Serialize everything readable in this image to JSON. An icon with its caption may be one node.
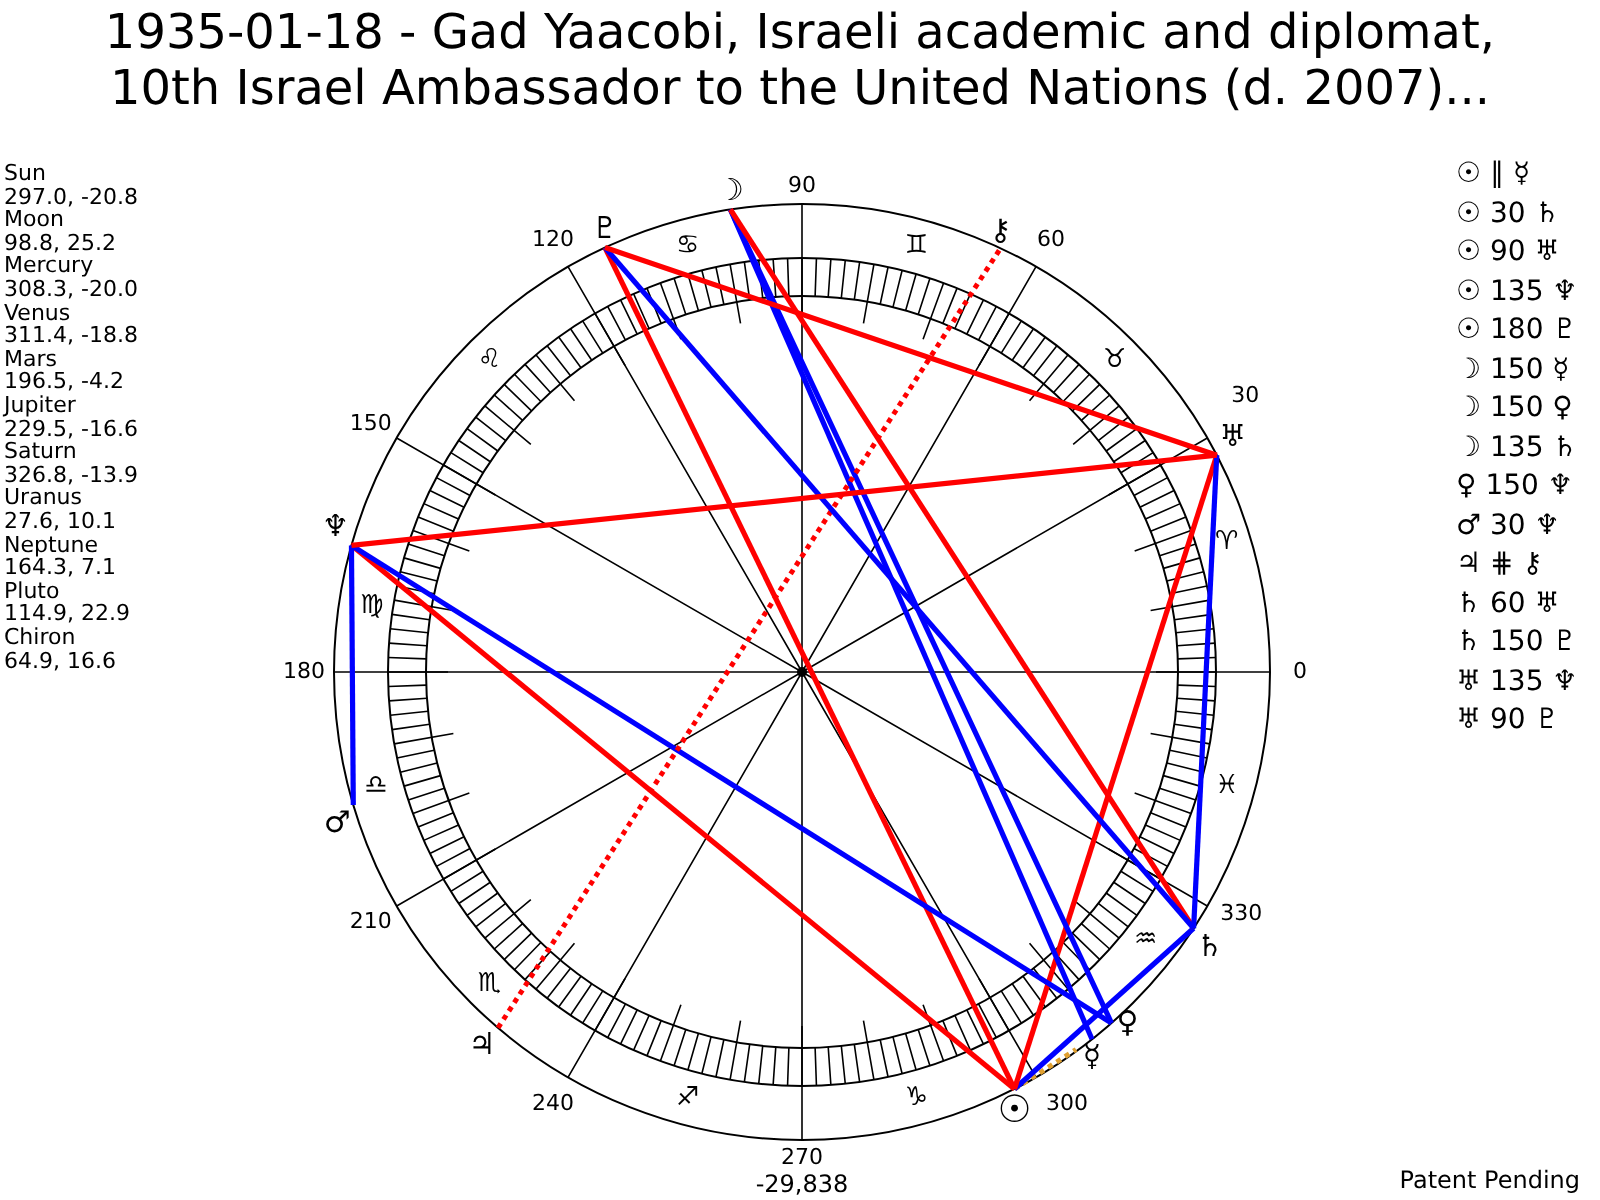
{
  "diagram": {
    "title": "1935-01-18 - Gad Yaacobi, Israeli academic and diplomat, 10th Israel Ambassador to the United Nations (d. 2007)...",
    "nodes": [
      {
        "text": [
          "☉"
        ]
      },
      {
        "text": [
          "☽"
        ]
      },
      {
        "text": [
          "☿"
        ]
      },
      {
        "text": [
          "♀"
        ]
      },
      {
        "text": [
          "♂"
        ]
      },
      {
        "text": [
          "♃"
        ]
      },
      {
        "text": [
          "♄"
        ]
      },
      {
        "text": [
          "♅"
        ]
      },
      {
        "text": [
          "♆"
        ]
      },
      {
        "text": [
          "♇"
        ]
      },
      {
        "text": [
          "⚷"
        ]
      }
    ],
    "edges": [
      {
        "from": 0,
        "to": 2,
        "arrow": "none",
        "style": "dashed",
        "color": "#e0a030"
      },
      {
        "from": 0,
        "to": 6,
        "arrow": "none",
        "color": "#0000ff"
      },
      {
        "from": 0,
        "to": 7,
        "arrow": "none",
        "color": "#ff0000"
      },
      {
        "from": 0,
        "to": 8,
        "arrow": "none",
        "color": "#ff0000"
      },
      {
        "from": 0,
        "to": 9,
        "arrow": "none",
        "color": "#ff0000"
      },
      {
        "from": 1,
        "to": 2,
        "arrow": "none",
        "color": "#0000ff"
      },
      {
        "from": 1,
        "to": 3,
        "arrow": "none",
        "color": "#0000ff"
      },
      {
        "from": 1,
        "to": 6,
        "arrow": "none",
        "color": "#ff0000"
      },
      {
        "from": 3,
        "to": 8,
        "arrow": "none",
        "color": "#0000ff"
      },
      {
        "from": 4,
        "to": 8,
        "arrow": "none",
        "color": "#0000ff"
      },
      {
        "from": 5,
        "to": 10,
        "arrow": "none",
        "style": "dashed",
        "color": "#ff0000"
      },
      {
        "from": 6,
        "to": 7,
        "arrow": "none",
        "color": "#0000ff"
      },
      {
        "from": 6,
        "to": 9,
        "arrow": "none",
        "color": "#0000ff"
      },
      {
        "from": 7,
        "to": 8,
        "arrow": "none",
        "color": "#ff0000"
      },
      {
        "from": 7,
        "to": 9,
        "arrow": "none",
        "color": "#ff0000"
      }
    ],
    "labels": [
      "Sun",
      "297.0, -20.8",
      "Moon",
      "98.8, 25.2",
      "Mercury",
      "308.3, -20.0",
      "Venus",
      "311.4, -18.8",
      "Mars",
      "196.5, -4.2",
      "Jupiter",
      "229.5, -16.6",
      "Saturn",
      "326.8, -13.9",
      "Uranus",
      "27.6, 10.1",
      "Neptune",
      "164.3, 7.1",
      "Pluto",
      "114.9, 22.9",
      "Chiron",
      "64.9, 16.6",
      "☉ ∥ ☿",
      "☉ 30 ♄",
      "☉ 90 ♅",
      "☉ 135 ♆",
      "☉ 180 ♇",
      "☽ 150 ☿",
      "☽ 150 ♀",
      "☽ 135 ♄",
      "♀ 150 ♆",
      "♂ 30 ♆",
      "♃ ⋕ ⚷",
      "♄ 60 ♅",
      "♄ 150 ♇",
      "♅ 135 ♆",
      "♅ 90 ♇",
      "♈",
      "♉",
      "♊",
      "♋",
      "♌",
      "♍",
      "♎",
      "♏",
      "♐",
      "♑",
      "♒",
      "♓",
      "0",
      "30",
      "60",
      "90",
      "120",
      "150",
      "180",
      "210",
      "240",
      "270",
      "300",
      "330",
      "-29,838",
      "Patent Pending"
    ]
  }
}
